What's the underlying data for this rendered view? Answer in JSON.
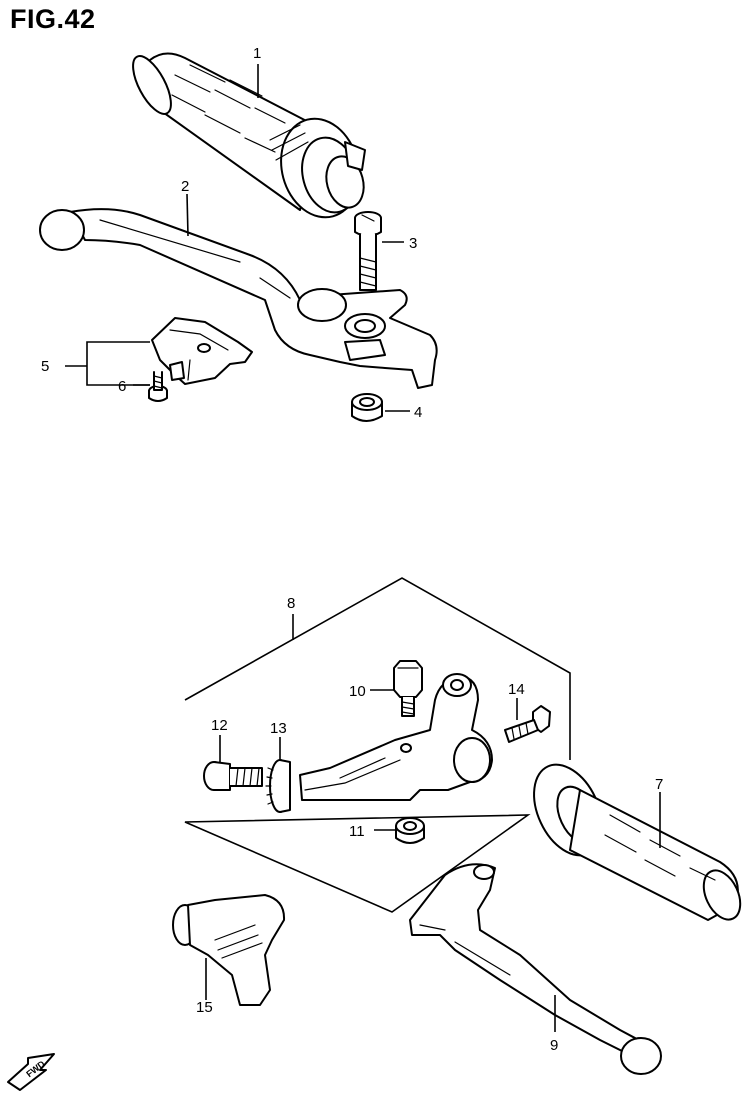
{
  "figure": {
    "title": "FIG.42"
  },
  "callouts": [
    {
      "id": "1",
      "label": "1"
    },
    {
      "id": "2",
      "label": "2"
    },
    {
      "id": "3",
      "label": "3"
    },
    {
      "id": "4",
      "label": "4"
    },
    {
      "id": "5",
      "label": "5"
    },
    {
      "id": "6",
      "label": "6"
    },
    {
      "id": "7",
      "label": "7"
    },
    {
      "id": "8",
      "label": "8"
    },
    {
      "id": "9",
      "label": "9"
    },
    {
      "id": "10",
      "label": "10"
    },
    {
      "id": "11",
      "label": "11"
    },
    {
      "id": "12",
      "label": "12"
    },
    {
      "id": "13",
      "label": "13"
    },
    {
      "id": "14",
      "label": "14"
    },
    {
      "id": "15",
      "label": "15"
    }
  ],
  "direction_badge": {
    "label": "FWD",
    "icon": "forward-arrow-icon"
  }
}
